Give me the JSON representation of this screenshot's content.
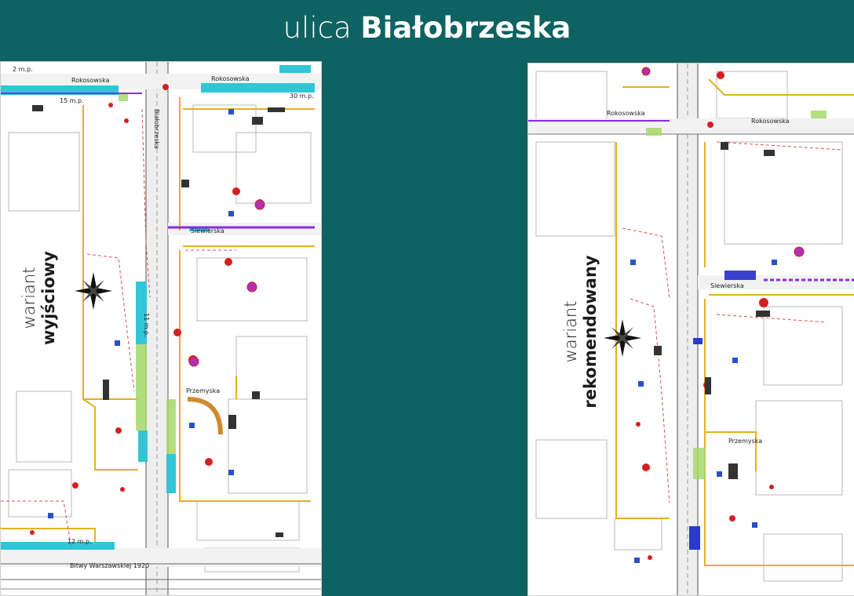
{
  "header": {
    "title_prefix": "ulica",
    "title_bold": "Białobrzeska"
  },
  "left_panel": {
    "variant_line1": "wariant",
    "variant_line2": "wyjściowy",
    "street_labels": {
      "rokosowska": "Rokosowska",
      "siewierska": "Siewierska",
      "przemyska": "Przemyska",
      "bialobrzeska": "Białobrzeska",
      "bitwy": "Bitwy Warszawskiej 1920",
      "mp_top": "2 m.p.",
      "mp_15": "15 m.p.",
      "mp_30": "30 m.p.",
      "mp_11": "11 m.p.",
      "mp_12": "12 m.p."
    }
  },
  "right_panel": {
    "variant_line1": "wariant",
    "variant_line2": "rekomendowany",
    "street_labels": {
      "rokosowska": "Rokosowska",
      "siewierska": "Siewierska",
      "przemyska": "Przemyska"
    }
  },
  "colors": {
    "background": "#0e6262",
    "map_road_yellow": "#e6b020",
    "map_parking_cyan": "#30c6d6",
    "map_bike_purple": "#8a2be2",
    "map_sign_red": "#d42020",
    "map_green": "#8cc850"
  }
}
